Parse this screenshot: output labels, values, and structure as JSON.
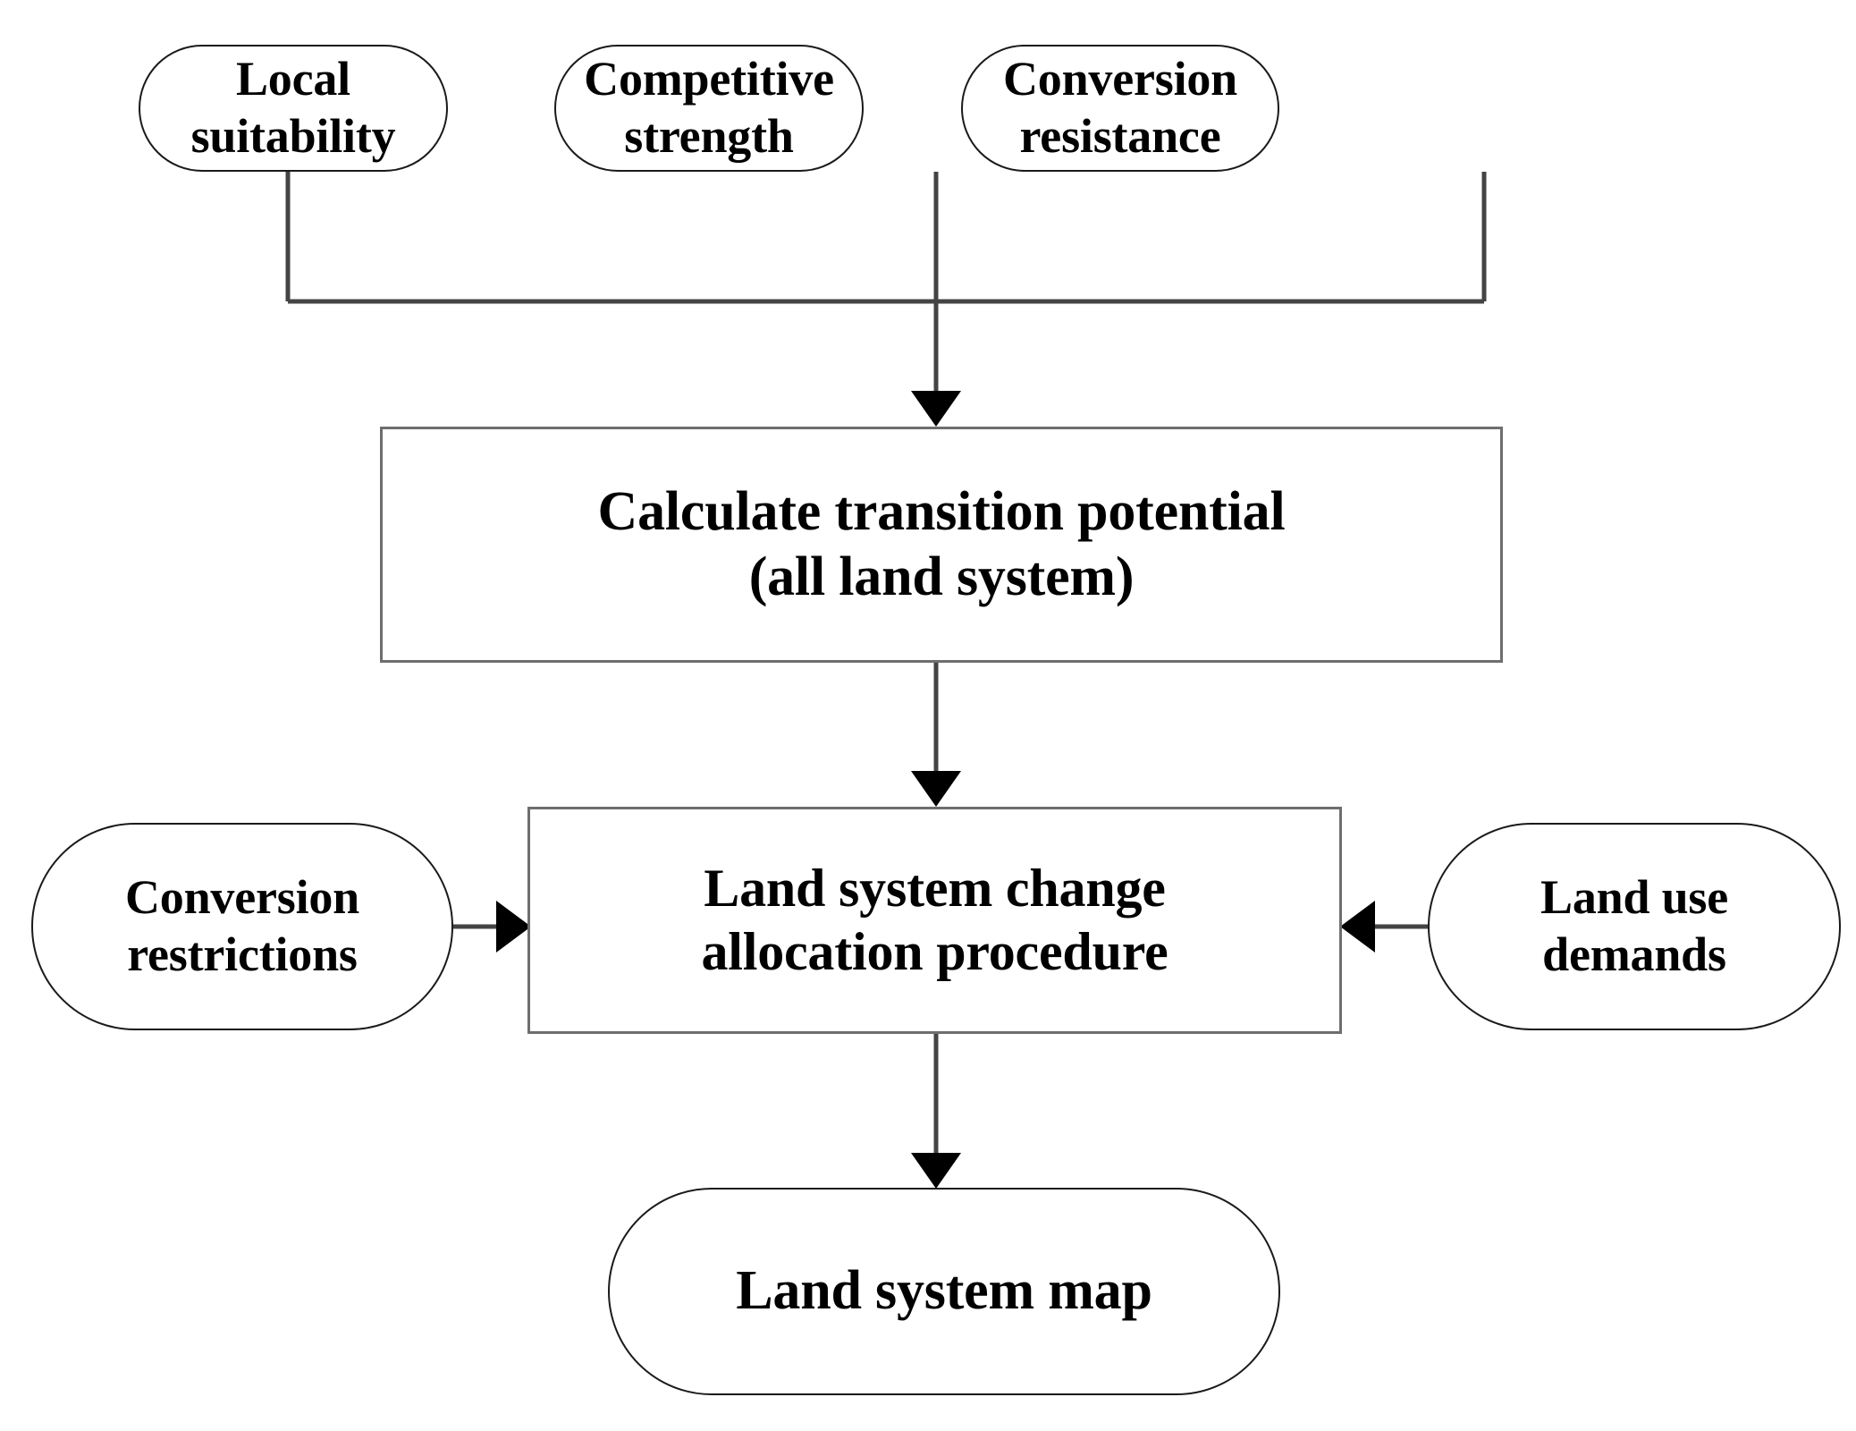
{
  "diagram": {
    "title": "Land system change allocation flowchart",
    "background_color": "#ffffff",
    "line_color": "#444444",
    "box_border_color": "#6e6e6e",
    "pill_border_color": "#1a1a1a",
    "text_color": "#000000",
    "nodes": {
      "local_suitability": {
        "label": "Local\nsuitability",
        "shape": "rounded-terminator"
      },
      "competitive_strength": {
        "label": "Competitive\nstrength",
        "shape": "rounded-terminator"
      },
      "conversion_resistance": {
        "label": "Conversion\nresistance",
        "shape": "rounded-terminator"
      },
      "calculate_transition_potential": {
        "label": "Calculate transition potential\n(all land system)",
        "shape": "process-box"
      },
      "allocation_procedure": {
        "label": "Land system change\nallocation procedure",
        "shape": "process-box"
      },
      "conversion_restrictions": {
        "label": "Conversion\nrestrictions",
        "shape": "rounded-terminator"
      },
      "land_use_demands": {
        "label": "Land use\ndemands",
        "shape": "rounded-terminator"
      },
      "land_system_map": {
        "label": "Land system map",
        "shape": "rounded-terminator"
      }
    },
    "edges": [
      {
        "from": "local_suitability",
        "to": "calculate_transition_potential",
        "style": "elbow-merge",
        "arrow": "down"
      },
      {
        "from": "competitive_strength",
        "to": "calculate_transition_potential",
        "style": "straight",
        "arrow": "down"
      },
      {
        "from": "conversion_resistance",
        "to": "calculate_transition_potential",
        "style": "elbow-merge",
        "arrow": "down"
      },
      {
        "from": "calculate_transition_potential",
        "to": "allocation_procedure",
        "style": "straight",
        "arrow": "down"
      },
      {
        "from": "conversion_restrictions",
        "to": "allocation_procedure",
        "style": "straight",
        "arrow": "right"
      },
      {
        "from": "land_use_demands",
        "to": "allocation_procedure",
        "style": "straight",
        "arrow": "left"
      },
      {
        "from": "allocation_procedure",
        "to": "land_system_map",
        "style": "straight",
        "arrow": "down"
      }
    ]
  }
}
